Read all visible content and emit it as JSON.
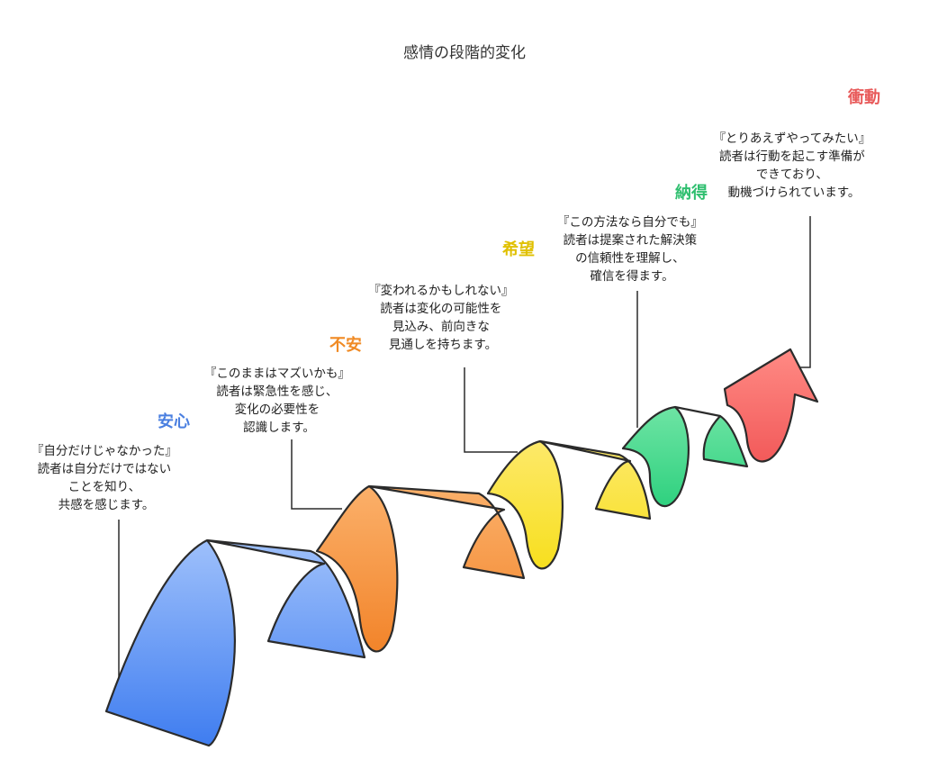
{
  "title": "感情の段階的変化",
  "stages": [
    {
      "label": "安心",
      "color": "#4a7fe0",
      "lines": [
        "『自分だけじゃなかった』",
        "読者は自分だけではない",
        "ことを知り、",
        "共感を感じます。"
      ]
    },
    {
      "label": "不安",
      "color": "#f08a24",
      "lines": [
        "『このままはマズいかも』",
        "読者は緊急性を感じ、",
        "変化の必要性を",
        "認識します。"
      ]
    },
    {
      "label": "希望",
      "color": "#e0c000",
      "lines": [
        "『変われるかもしれない』",
        "読者は変化の可能性を",
        "見込み、前向きな",
        "見通しを持ちます。"
      ]
    },
    {
      "label": "納得",
      "color": "#2fbf6f",
      "lines": [
        "『この方法なら自分でも』",
        "読者は提案された解決策",
        "の信頼性を理解し、",
        "確信を得ます。"
      ]
    },
    {
      "label": "衝動",
      "color": "#e85a5a",
      "lines": [
        "『とりあえずやってみたい』",
        "読者は行動を起こす準備が",
        "できており、",
        "動機づけられています。"
      ]
    }
  ]
}
